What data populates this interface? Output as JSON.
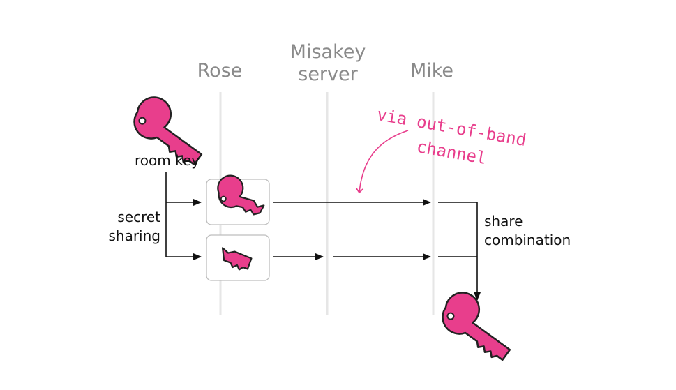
{
  "actors": {
    "rose": "Rose",
    "misakey_server": [
      "Misakey",
      "server"
    ],
    "mike": "Mike"
  },
  "labels": {
    "room_key": "room key",
    "secret_sharing": [
      "secret",
      "sharing"
    ],
    "share_combination": [
      "share",
      "combination"
    ],
    "annotation": [
      "via out-of-band",
      "channel"
    ]
  },
  "colors": {
    "key_fill": "#e83e8c",
    "outline": "#222222",
    "lifeline": "#e6e6e6",
    "actor_text": "#8a8a8a",
    "annotation": "#e83e8c"
  },
  "icons": [
    "key-icon",
    "key-head-share-icon",
    "key-tail-share-icon",
    "reconstructed-key-icon"
  ]
}
